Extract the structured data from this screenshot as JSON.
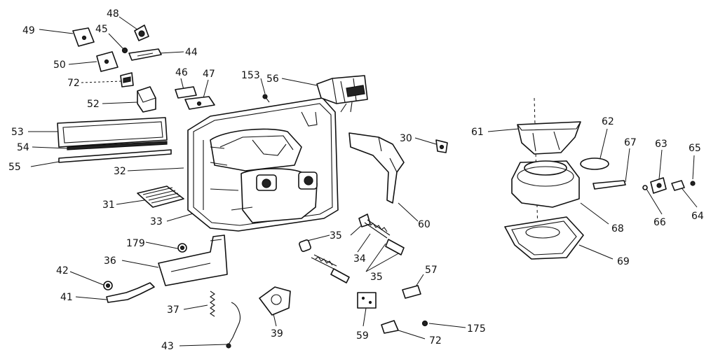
{
  "diagram": {
    "callouts": [
      {
        "id": "c48",
        "text": "48"
      },
      {
        "id": "c49",
        "text": "49"
      },
      {
        "id": "c45",
        "text": "45"
      },
      {
        "id": "c44",
        "text": "44"
      },
      {
        "id": "c50",
        "text": "50"
      },
      {
        "id": "c46",
        "text": "46"
      },
      {
        "id": "c47",
        "text": "47"
      },
      {
        "id": "c72a",
        "text": "72"
      },
      {
        "id": "c153",
        "text": "153"
      },
      {
        "id": "c56",
        "text": "56"
      },
      {
        "id": "c52",
        "text": "52"
      },
      {
        "id": "c53",
        "text": "53"
      },
      {
        "id": "c54",
        "text": "54"
      },
      {
        "id": "c55",
        "text": "55"
      },
      {
        "id": "c32",
        "text": "32"
      },
      {
        "id": "c31",
        "text": "31"
      },
      {
        "id": "c33",
        "text": "33"
      },
      {
        "id": "c30",
        "text": "30"
      },
      {
        "id": "c60",
        "text": "60"
      },
      {
        "id": "c61",
        "text": "61"
      },
      {
        "id": "c62",
        "text": "62"
      },
      {
        "id": "c67",
        "text": "67"
      },
      {
        "id": "c63",
        "text": "63"
      },
      {
        "id": "c65",
        "text": "65"
      },
      {
        "id": "c64",
        "text": "64"
      },
      {
        "id": "c66",
        "text": "66"
      },
      {
        "id": "c68",
        "text": "68"
      },
      {
        "id": "c69",
        "text": "69"
      },
      {
        "id": "c179",
        "text": "179"
      },
      {
        "id": "c36",
        "text": "36"
      },
      {
        "id": "c35a",
        "text": "35"
      },
      {
        "id": "c34",
        "text": "34"
      },
      {
        "id": "c35b",
        "text": "35"
      },
      {
        "id": "c42",
        "text": "42"
      },
      {
        "id": "c41",
        "text": "41"
      },
      {
        "id": "c37",
        "text": "37"
      },
      {
        "id": "c39",
        "text": "39"
      },
      {
        "id": "c43",
        "text": "43"
      },
      {
        "id": "c57",
        "text": "57"
      },
      {
        "id": "c59",
        "text": "59"
      },
      {
        "id": "c72b",
        "text": "72"
      },
      {
        "id": "c175",
        "text": "175"
      }
    ]
  }
}
